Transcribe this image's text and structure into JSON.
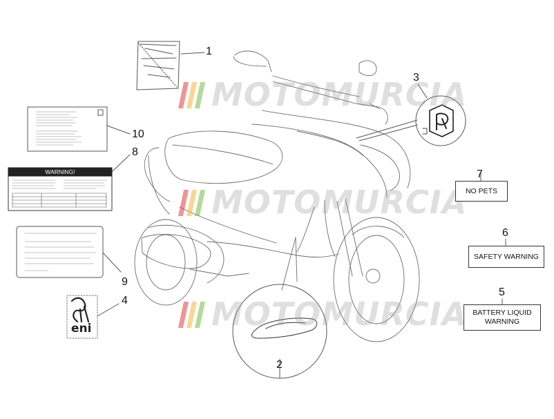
{
  "callouts": {
    "c1": "1",
    "c2": "2",
    "c3": "3",
    "c4": "4",
    "c5": "5",
    "c6": "6",
    "c7": "7",
    "c8": "8",
    "c9": "9",
    "c10": "10"
  },
  "labels": {
    "no_pets": "NO PETS",
    "safety_warning": "SAFETY WARNING",
    "battery_liquid_warning": "BATTERY LIQUID\nWARNING"
  },
  "warning_decal": {
    "title": "WARNING!"
  },
  "eni_decal": {
    "text": "eni"
  },
  "watermark": {
    "text": "MOTOMURCIA",
    "colors": [
      "#e63c3c",
      "#f2b43a",
      "#79b944"
    ]
  }
}
